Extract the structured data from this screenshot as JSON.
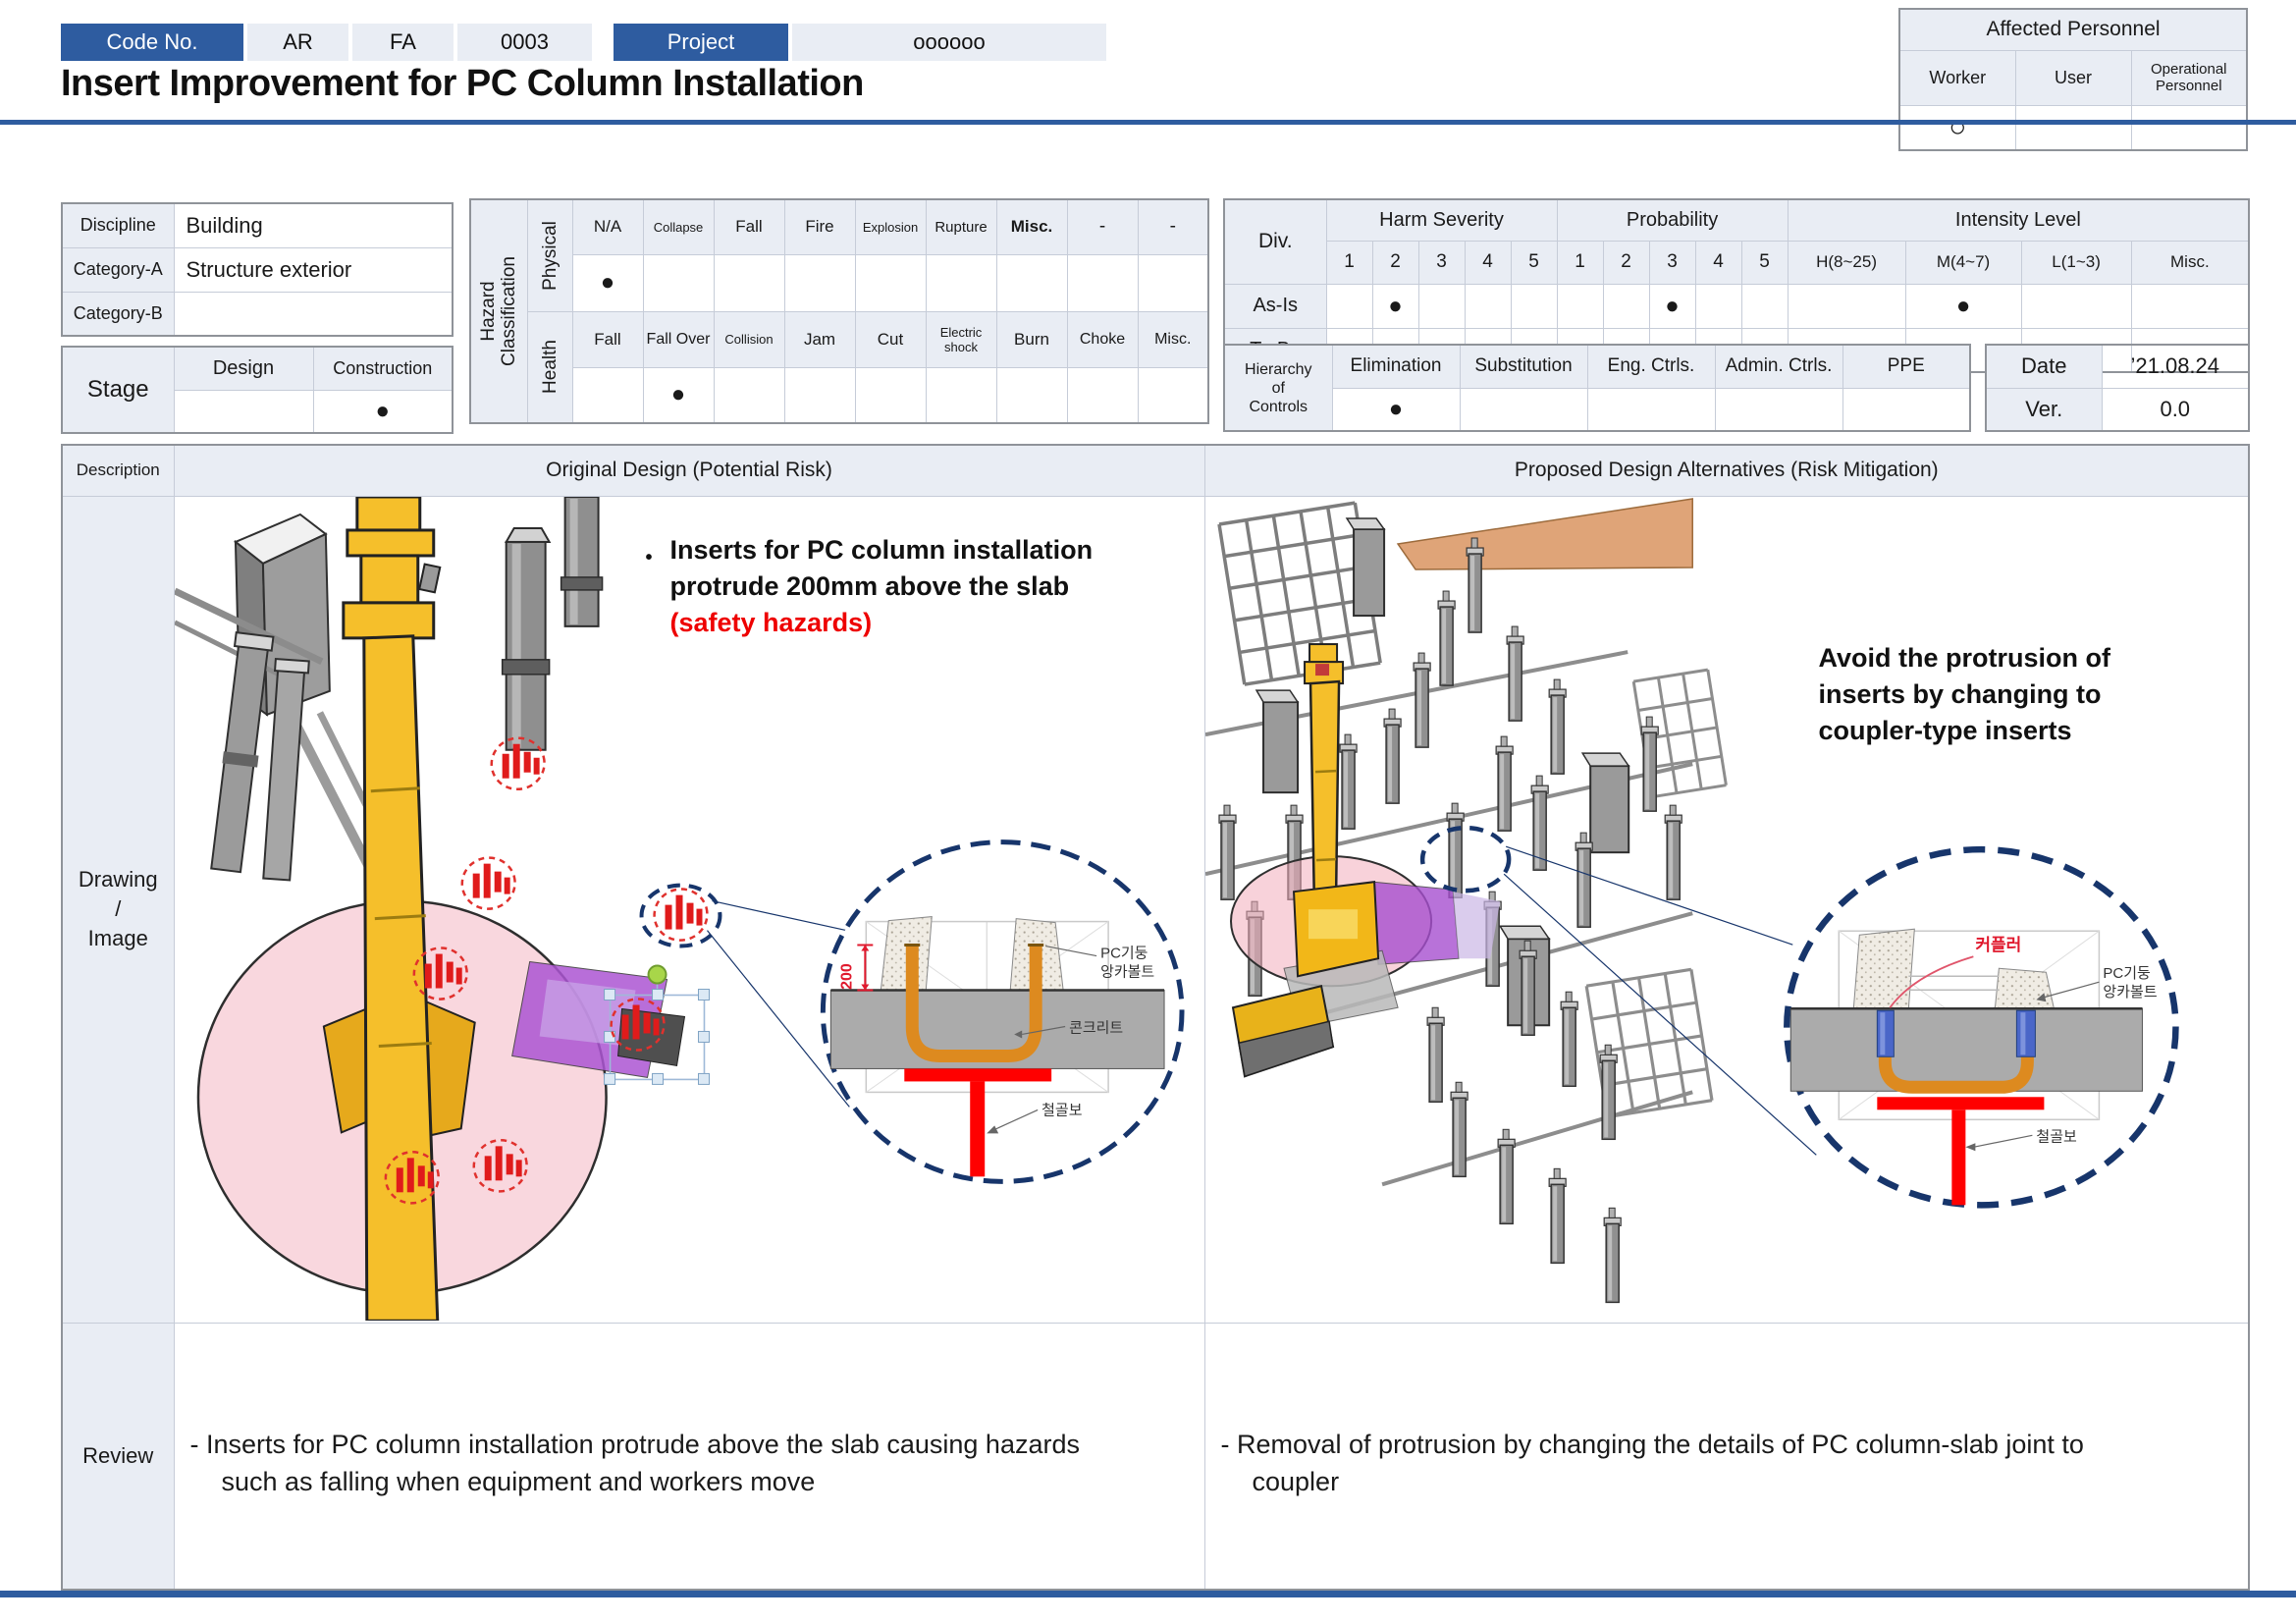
{
  "header": {
    "code_label": "Code No.",
    "code1": "AR",
    "code2": "FA",
    "code3": "0003",
    "project_label": "Project",
    "project_value": "oooooo",
    "title": "Insert Improvement for PC Column Installation"
  },
  "affected": {
    "title": "Affected Personnel",
    "col1": "Worker",
    "col2": "User",
    "col3": "Operational Personnel",
    "mark1": "○",
    "mark2": "",
    "mark3": ""
  },
  "meta": {
    "discipline_label": "Discipline",
    "discipline_value": "Building",
    "cat_a_label": "Category-A",
    "cat_a_value": "Structure exterior",
    "cat_b_label": "Category-B",
    "cat_b_value": "",
    "stage_label": "Stage",
    "stage_design": "Design",
    "stage_construction": "Construction",
    "stage_design_mark": "",
    "stage_construction_mark": "●"
  },
  "hazard": {
    "title_line1": "Hazard",
    "title_line2": "Classification",
    "physical_label": "Physical",
    "health_label": "Health",
    "physical_items": [
      "N/A",
      "Collapse",
      "Fall",
      "Fire",
      "Explosion",
      "Rupture",
      "Misc.",
      "-",
      "-"
    ],
    "physical_marks": [
      "●",
      "",
      "",
      "",
      "",
      "",
      "",
      "",
      ""
    ],
    "health_items": [
      "Fall",
      "Fall Over",
      "Collision",
      "Jam",
      "Cut",
      "Electric shock",
      "Burn",
      "Choke",
      "Misc."
    ],
    "health_marks": [
      "",
      "●",
      "",
      "",
      "",
      "",
      "",
      "",
      ""
    ]
  },
  "risk": {
    "div_label": "Div.",
    "harm_title": "Harm Severity",
    "prob_title": "Probability",
    "intensity_title": "Intensity Level",
    "scale": [
      "1",
      "2",
      "3",
      "4",
      "5"
    ],
    "intensity_cols": [
      "H(8~25)",
      "M(4~7)",
      "L(1~3)",
      "Misc."
    ],
    "as_is": {
      "label": "As-Is",
      "harm": [
        "",
        "●",
        "",
        "",
        ""
      ],
      "prob": [
        "",
        "",
        "●",
        "",
        ""
      ],
      "intensity": [
        "",
        "●",
        "",
        ""
      ]
    },
    "to_be": {
      "label": "To-Be",
      "harm": [
        "●",
        "",
        "",
        "",
        ""
      ],
      "prob": [
        "●",
        "",
        "",
        "",
        ""
      ],
      "intensity": [
        "",
        "",
        "●",
        ""
      ]
    }
  },
  "hierarchy": {
    "label": "Hierarchy\nof\nControls",
    "options": [
      "Elimination",
      "Substitution",
      "Eng. Ctrls.",
      "Admin. Ctrls.",
      "PPE"
    ],
    "marks": [
      "●",
      "",
      "",
      "",
      ""
    ]
  },
  "version": {
    "date_label": "Date",
    "date_value": "’21.08.24",
    "ver_label": "Ver.",
    "ver_value": "0.0"
  },
  "main": {
    "description_label": "Description",
    "original_title": "Original Design (Potential Risk)",
    "proposed_title": "Proposed Design Alternatives (Risk Mitigation)",
    "drawing_label": "Drawing\n/\nImage",
    "review_label": "Review"
  },
  "original": {
    "note_bullet": "•",
    "note_line1": "Inserts for PC column installation",
    "note_line2": "protrude 200mm above the slab",
    "note_line3": "(safety hazards)",
    "review_line1": "- Inserts for PC column installation protrude above the slab causing hazards",
    "review_line2": "such as falling when equipment and workers move",
    "detail": {
      "dim": "200",
      "label_pc1": "PC기둥",
      "label_pc2": "앙카볼트",
      "label_concrete": "콘크리트",
      "label_beam": "철골보"
    }
  },
  "proposed": {
    "note_line1": "Avoid the protrusion of",
    "note_line2": "inserts by changing to",
    "note_line3": "coupler-type inserts",
    "review_line1": "- Removal of protrusion by changing the details of PC column-slab joint to",
    "review_line2": "coupler",
    "detail": {
      "label_coupler": "커플러",
      "label_pc1": "PC기둥",
      "label_pc2": "앙카볼트",
      "label_beam": "철골보"
    }
  },
  "colors": {
    "accent_blue": "#2E5CA0",
    "header_fill": "#E9EDF4",
    "callout_navy": "#17356B",
    "hazard_red": "#E01B1B",
    "bolt_orange": "#DD8A1F",
    "beam_red": "#FF0000",
    "crane_yellow": "#F5BF2B",
    "swing_pink": "#F3B0BE",
    "slab_purple": "#AC55D3"
  }
}
